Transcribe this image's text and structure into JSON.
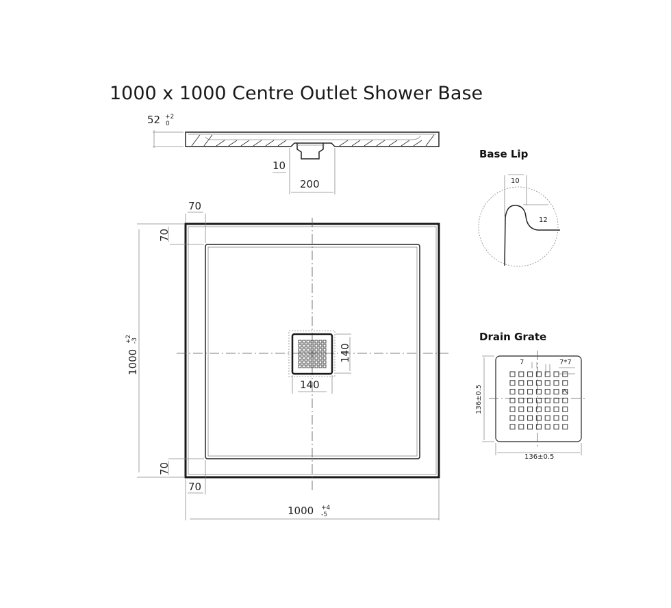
{
  "title": "1000 x 1000 Centre Outlet Shower Base",
  "section_view": {
    "height_dim": "52",
    "height_tol_plus": "+2",
    "height_tol_minus": "0",
    "outlet_depth_dim": "10",
    "outlet_width_dim": "200"
  },
  "plan_view": {
    "border_top_dim": "70",
    "border_left_top_dim": "70",
    "border_left_bottom_dim": "70",
    "border_bottom_dim": "70",
    "height_dim": "1000",
    "height_tol_plus": "+2",
    "height_tol_minus": "-3",
    "width_dim": "1000",
    "width_tol_plus": "+4",
    "width_tol_minus": "-5",
    "drain_width_dim": "140",
    "drain_height_dim": "140"
  },
  "base_lip": {
    "label": "Base Lip",
    "width_dim": "10",
    "height_dim": "12"
  },
  "drain_grate": {
    "label": "Drain Grate",
    "hole_dim": "7",
    "hole_size_dim": "7*7",
    "spacing_dim": "7",
    "height_dim": "136±0.5",
    "width_dim": "136±0.5",
    "grid_rows": 7,
    "grid_cols": 7
  }
}
